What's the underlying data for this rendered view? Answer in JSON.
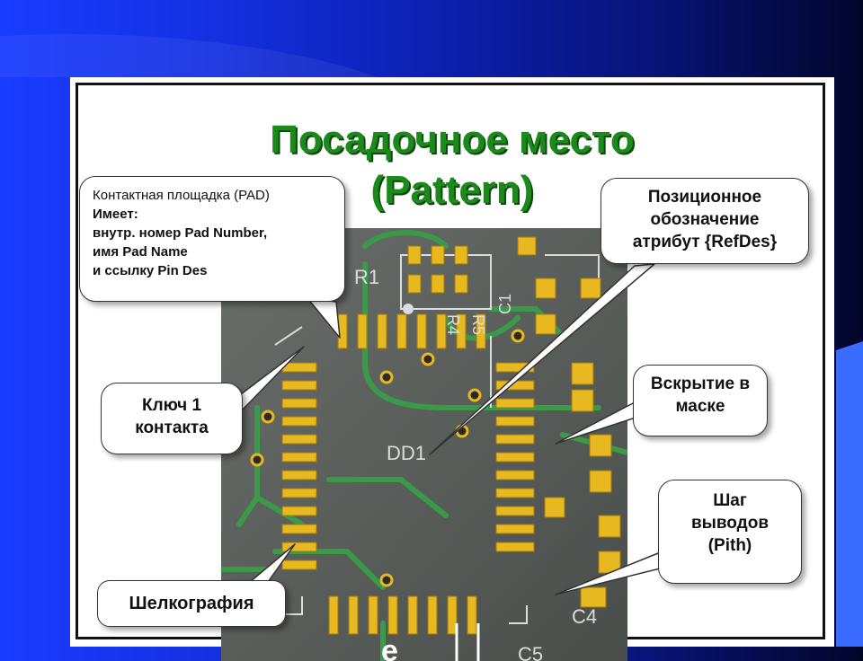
{
  "slide": {
    "title_line1": "Посадочное место",
    "title_line2": "(Pattern)"
  },
  "callouts": {
    "pad": {
      "line1": "Контактная площадка (PAD)",
      "line2": "Имеет:",
      "line3": "внутр. номер Pad Number,",
      "line4": "имя Pad Name",
      "line5": "и ссылку Pin Des"
    },
    "refdes": {
      "line1": "Позиционное",
      "line2": "обозначение",
      "line3": "атрибут {RefDes}"
    },
    "key": {
      "line1": "Ключ 1",
      "line2": "контакта"
    },
    "mask": {
      "line1": "Вскрытие в",
      "line2": "маске"
    },
    "pitch": {
      "line1": "Шаг",
      "line2": "выводов",
      "line3": "(Pith)"
    },
    "silk": {
      "line1": "Шелкография"
    }
  },
  "pcb_labels": {
    "r1": "R1",
    "r4": "R4",
    "r5": "R5",
    "c1": "C1",
    "dd1": "DD1",
    "e": "e",
    "c4": "C4",
    "c5": "C5"
  },
  "colors": {
    "title_green": "#1b8a1b",
    "pcb_board": "#5a5e5a",
    "trace_green": "#3a9a4a",
    "pad_gold": "#e8b820"
  }
}
